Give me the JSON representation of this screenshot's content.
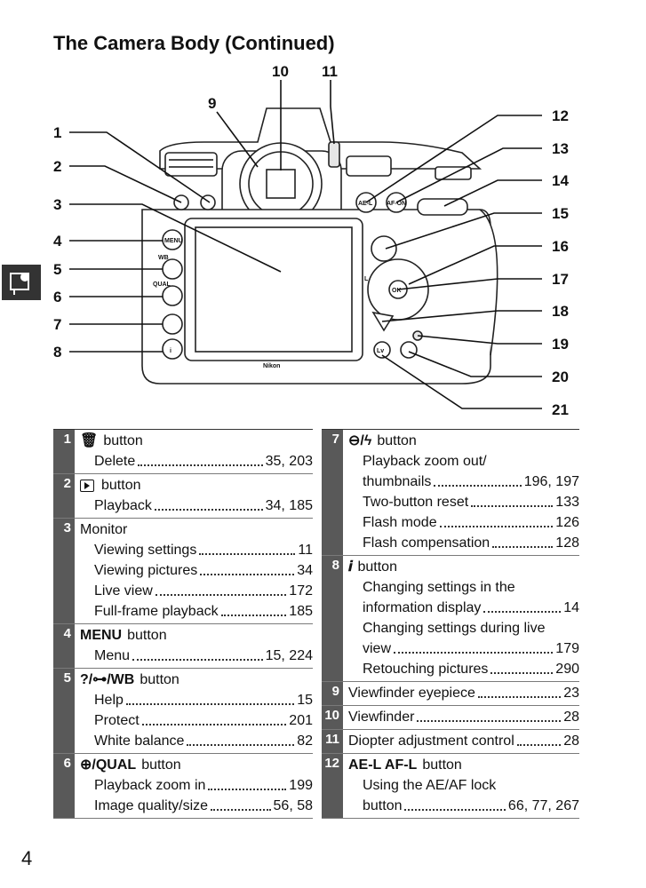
{
  "title": "The Camera Body (Continued)",
  "page_number": "4",
  "side_tab_icon": "camera-menu-icon",
  "diagram": {
    "callouts": [
      "1",
      "2",
      "3",
      "4",
      "5",
      "6",
      "7",
      "8",
      "9",
      "10",
      "11",
      "12",
      "13",
      "14",
      "15",
      "16",
      "17",
      "18",
      "19",
      "20",
      "21"
    ],
    "button_labels": {
      "menu": "MENU",
      "wb": "WB",
      "qual": "QUAL",
      "lv": "Lv",
      "ok": "OK",
      "brand": "Nikon",
      "l": "L",
      "afon": "AF-ON",
      "ael": "AE-L"
    }
  },
  "left_entries": [
    {
      "num": "1",
      "icon": "trash-icon",
      "glyph": "🗑",
      "title": "button",
      "rows": [
        {
          "label": "Delete",
          "pages": "35, 203"
        }
      ]
    },
    {
      "num": "2",
      "icon": "playback-icon",
      "glyph": "",
      "title": "button",
      "rows": [
        {
          "label": "Playback",
          "pages": "34, 185"
        }
      ]
    },
    {
      "num": "3",
      "icon": "",
      "glyph": "",
      "title": "Monitor",
      "rows": [
        {
          "label": "Viewing settings",
          "pages": "11"
        },
        {
          "label": "Viewing pictures",
          "pages": "34"
        },
        {
          "label": "Live view",
          "pages": "172"
        },
        {
          "label": "Full-frame playback",
          "pages": "185"
        }
      ]
    },
    {
      "num": "4",
      "icon": "menu-icon",
      "glyph": "MENU",
      "title": "button",
      "rows": [
        {
          "label": "Menu",
          "pages": "15, 224"
        }
      ]
    },
    {
      "num": "5",
      "icon": "help-protect-icon",
      "glyph": "?/⊶/WB",
      "title": "button",
      "rows": [
        {
          "label": "Help",
          "pages": "15"
        },
        {
          "label": "Protect",
          "pages": "201"
        },
        {
          "label": "White balance",
          "pages": "82"
        }
      ]
    },
    {
      "num": "6",
      "icon": "zoom-in-icon",
      "glyph": "⊕/QUAL",
      "title": "button",
      "rows": [
        {
          "label": "Playback zoom in",
          "pages": "199"
        },
        {
          "label": "Image quality/size",
          "pages": "56, 58"
        }
      ]
    }
  ],
  "right_entries": [
    {
      "num": "7",
      "icon": "zoom-out-flash-icon",
      "glyph": "⊖/ϟ",
      "title": "button",
      "rows": [
        {
          "wrap": "Playback zoom out/"
        },
        {
          "label": "thumbnails",
          "pages": "196, 197"
        },
        {
          "label": "Two-button reset",
          "pages": "133"
        },
        {
          "label": "Flash mode",
          "pages": "126"
        },
        {
          "label": "Flash compensation",
          "pages": "128"
        }
      ]
    },
    {
      "num": "8",
      "icon": "info-icon",
      "glyph": "𝒊",
      "title": "button",
      "rows": [
        {
          "wrap": "Changing settings in the"
        },
        {
          "label": "information display",
          "pages": "14"
        },
        {
          "wrap": "Changing settings during live"
        },
        {
          "label": "view",
          "pages": "179"
        },
        {
          "label": "Retouching pictures",
          "pages": "290"
        }
      ]
    },
    {
      "num": "9",
      "icon": "",
      "glyph": "",
      "title": "",
      "inline": {
        "label": "Viewfinder eyepiece",
        "pages": "23"
      },
      "rows": []
    },
    {
      "num": "10",
      "icon": "",
      "glyph": "",
      "title": "",
      "inline": {
        "label": "Viewfinder",
        "pages": "28"
      },
      "rows": []
    },
    {
      "num": "11",
      "icon": "",
      "glyph": "",
      "title": "",
      "inline": {
        "label": "Diopter adjustment control",
        "pages": "28"
      },
      "rows": []
    },
    {
      "num": "12",
      "icon": "ae-af-lock-icon",
      "glyph": "AE-L AF-L",
      "title": "button",
      "rows": [
        {
          "wrap": "Using the AE/AF lock"
        },
        {
          "label": "button",
          "pages": "66, 77, 267"
        }
      ]
    }
  ]
}
